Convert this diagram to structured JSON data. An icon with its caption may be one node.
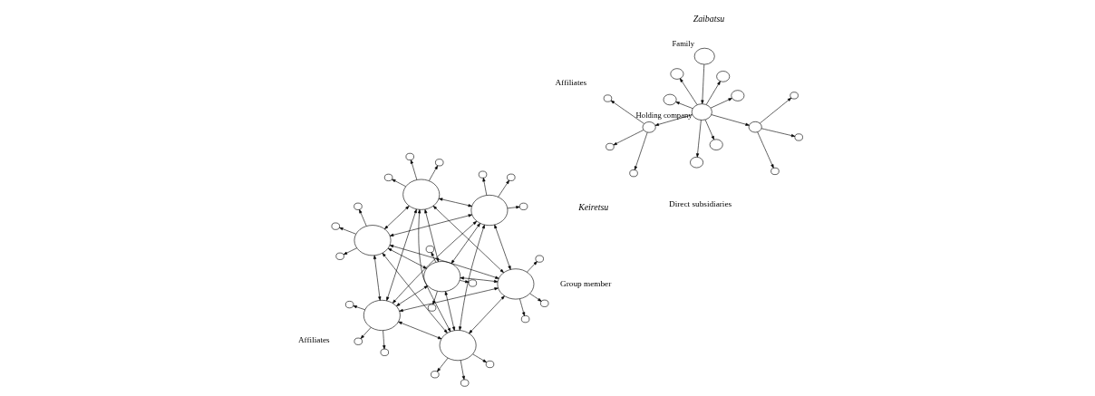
{
  "diagram": {
    "nodes": [
      {
        "text": [],
        "shape": "circle",
        "beside": [
          "Family"
        ]
      },
      {
        "text": [],
        "shape": "circle",
        "beside": [
          "Holding company"
        ]
      },
      {
        "text": [],
        "shape": "circle"
      },
      {
        "text": [],
        "shape": "circle"
      },
      {
        "text": [],
        "shape": "circle"
      },
      {
        "text": [],
        "shape": "circle"
      },
      {
        "text": [],
        "shape": "circle"
      },
      {
        "text": [],
        "shape": "circle"
      },
      {
        "text": [],
        "shape": "circle"
      },
      {
        "text": [],
        "shape": "circle"
      },
      {
        "text": [],
        "shape": "circle"
      },
      {
        "text": [],
        "shape": "circle"
      },
      {
        "text": [],
        "shape": "circle"
      },
      {
        "text": [],
        "shape": "circle"
      },
      {
        "text": [],
        "shape": "circle"
      },
      {
        "text": [],
        "shape": "circle"
      },
      {
        "text": [],
        "shape": "circle"
      },
      {
        "text": [],
        "shape": "circle"
      },
      {
        "text": [],
        "shape": "circle"
      },
      {
        "text": [],
        "shape": "circle"
      },
      {
        "text": [],
        "shape": "circle"
      },
      {
        "text": [],
        "shape": "circle"
      },
      {
        "text": [],
        "shape": "circle"
      },
      {
        "text": [],
        "shape": "circle"
      },
      {
        "text": [],
        "shape": "circle"
      },
      {
        "text": [],
        "shape": "circle"
      },
      {
        "text": [],
        "shape": "circle"
      },
      {
        "text": [],
        "shape": "circle"
      },
      {
        "text": [],
        "shape": "circle"
      },
      {
        "text": [],
        "shape": "circle"
      },
      {
        "text": [],
        "shape": "circle"
      },
      {
        "text": [],
        "shape": "circle"
      },
      {
        "text": [],
        "shape": "circle"
      },
      {
        "text": [],
        "shape": "circle"
      },
      {
        "text": [],
        "shape": "circle"
      },
      {
        "text": [],
        "shape": "circle"
      },
      {
        "text": [],
        "shape": "circle"
      },
      {
        "text": [],
        "shape": "circle"
      },
      {
        "text": [],
        "shape": "circle"
      },
      {
        "text": [],
        "shape": "circle"
      },
      {
        "text": [],
        "shape": "circle"
      },
      {
        "text": [],
        "shape": "circle"
      },
      {
        "text": [],
        "shape": "circle"
      },
      {
        "text": [],
        "shape": "circle"
      }
    ],
    "edges": [
      {
        "from": 0,
        "to": 1,
        "arrow": "to"
      },
      {
        "from": 1,
        "to": 2,
        "arrow": "to"
      },
      {
        "from": 1,
        "to": 3,
        "arrow": "to"
      },
      {
        "from": 1,
        "to": 4,
        "arrow": "to"
      },
      {
        "from": 1,
        "to": 5,
        "arrow": "to"
      },
      {
        "from": 1,
        "to": 6,
        "arrow": "to"
      },
      {
        "from": 1,
        "to": 7,
        "arrow": "to"
      },
      {
        "from": 1,
        "to": 8,
        "arrow": "to"
      },
      {
        "from": 1,
        "to": 9,
        "arrow": "to"
      },
      {
        "from": 2,
        "to": 10,
        "arrow": "to"
      },
      {
        "from": 2,
        "to": 11,
        "arrow": "to"
      },
      {
        "from": 2,
        "to": 12,
        "arrow": "to"
      },
      {
        "from": 3,
        "to": 13,
        "arrow": "to"
      },
      {
        "from": 3,
        "to": 14,
        "arrow": "to"
      },
      {
        "from": 3,
        "to": 15,
        "arrow": "to"
      },
      {
        "from": 16,
        "to": 17,
        "arrow": "both"
      },
      {
        "from": 16,
        "to": 18,
        "arrow": "both"
      },
      {
        "from": 16,
        "to": 19,
        "arrow": "both"
      },
      {
        "from": 16,
        "to": 20,
        "arrow": "both"
      },
      {
        "from": 16,
        "to": 21,
        "arrow": "both"
      },
      {
        "from": 16,
        "to": 22,
        "arrow": "both"
      },
      {
        "from": 17,
        "to": 18,
        "arrow": "both"
      },
      {
        "from": 17,
        "to": 19,
        "arrow": "both"
      },
      {
        "from": 17,
        "to": 20,
        "arrow": "both"
      },
      {
        "from": 17,
        "to": 21,
        "arrow": "both"
      },
      {
        "from": 17,
        "to": 22,
        "arrow": "both"
      },
      {
        "from": 18,
        "to": 19,
        "arrow": "both"
      },
      {
        "from": 18,
        "to": 20,
        "arrow": "both"
      },
      {
        "from": 18,
        "to": 21,
        "arrow": "both"
      },
      {
        "from": 18,
        "to": 22,
        "arrow": "both"
      },
      {
        "from": 19,
        "to": 20,
        "arrow": "both"
      },
      {
        "from": 19,
        "to": 21,
        "arrow": "both"
      },
      {
        "from": 19,
        "to": 22,
        "arrow": "both"
      },
      {
        "from": 20,
        "to": 21,
        "arrow": "both"
      },
      {
        "from": 20,
        "to": 22,
        "arrow": "both"
      },
      {
        "from": 21,
        "to": 22,
        "arrow": "both"
      },
      {
        "from": 16,
        "to": 23,
        "arrow": "to"
      },
      {
        "from": 16,
        "to": 24,
        "arrow": "to"
      },
      {
        "from": 16,
        "to": 25,
        "arrow": "to"
      },
      {
        "from": 17,
        "to": 26,
        "arrow": "to"
      },
      {
        "from": 17,
        "to": 27,
        "arrow": "to"
      },
      {
        "from": 17,
        "to": 28,
        "arrow": "to"
      },
      {
        "from": 18,
        "to": 29,
        "arrow": "to"
      },
      {
        "from": 18,
        "to": 30,
        "arrow": "to"
      },
      {
        "from": 18,
        "to": 31,
        "arrow": "to"
      },
      {
        "from": 19,
        "to": 32,
        "arrow": "to"
      },
      {
        "from": 19,
        "to": 33,
        "arrow": "to"
      },
      {
        "from": 19,
        "to": 34,
        "arrow": "to"
      },
      {
        "from": 20,
        "to": 35,
        "arrow": "to"
      },
      {
        "from": 20,
        "to": 36,
        "arrow": "to"
      },
      {
        "from": 20,
        "to": 37,
        "arrow": "to"
      },
      {
        "from": 21,
        "to": 38,
        "arrow": "to"
      },
      {
        "from": 21,
        "to": 39,
        "arrow": "to"
      },
      {
        "from": 21,
        "to": 40,
        "arrow": "to"
      },
      {
        "from": 22,
        "to": 41,
        "arrow": "to"
      },
      {
        "from": 22,
        "to": 42,
        "arrow": "to"
      },
      {
        "from": 22,
        "to": 43,
        "arrow": "to"
      }
    ],
    "labels": [
      "Zaibatsu",
      "Keiretsu",
      "Direct subsidiaries",
      "Group member",
      "Affiliates",
      "Affiliates"
    ]
  }
}
